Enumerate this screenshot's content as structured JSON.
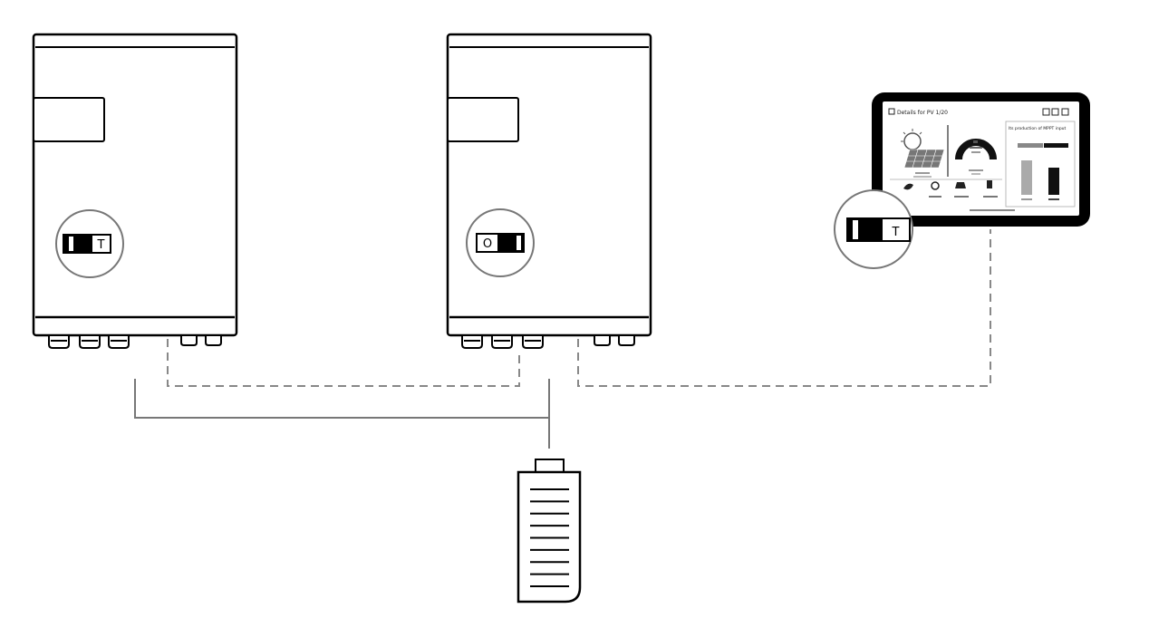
{
  "inverter_left": {
    "switch_symbol_off": "I",
    "switch_symbol_on": "T"
  },
  "inverter_right": {
    "switch_symbol_off": "O",
    "switch_symbol_on": "I"
  },
  "display": {
    "switch_symbol_off": "I",
    "switch_symbol_on": "T",
    "screen_title": "Details for PV 1/20",
    "panel_title": "Its production of MPPT input"
  },
  "battery": {
    "level_lines": 9
  },
  "colors": {
    "line": "#000000",
    "dashed": "#808080",
    "wire": "#707070",
    "circle": "#707070"
  }
}
